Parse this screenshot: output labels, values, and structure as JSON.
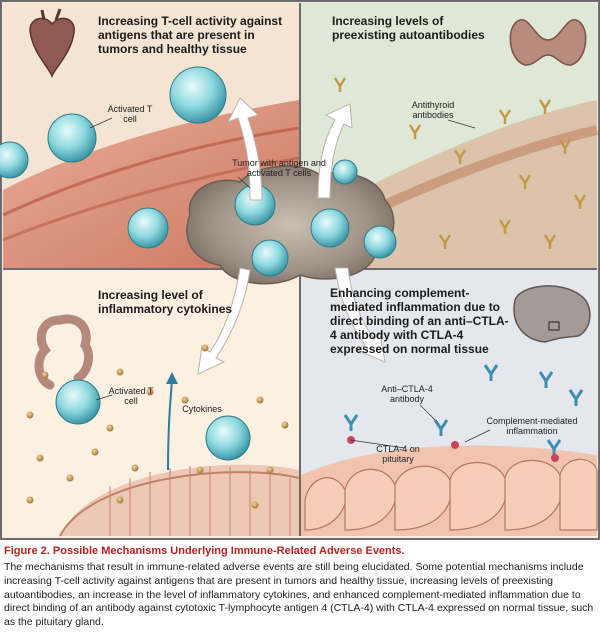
{
  "panels": {
    "top_left": {
      "title": "Increasing T-cell activity against antigens that are present in tumors and healthy tissue",
      "label_activated_tcell": "Activated T cell"
    },
    "top_right": {
      "title": "Increasing levels of preexisting autoantibodies",
      "label_antithyroid": "Antithyroid antibodies"
    },
    "center": {
      "label_tumor": "Tumor with antigen and activated T cells"
    },
    "bottom_left": {
      "title": "Increasing level of inflammatory cytokines",
      "label_activated_tcell": "Activated T cell",
      "label_cytokines": "Cytokines"
    },
    "bottom_right": {
      "title": "Enhancing complement-mediated inflammation due to direct binding of an anti–CTLA-4 antibody with CTLA-4 expressed on normal tissue",
      "label_anti_ctla4": "Anti–CTLA-4 antibody",
      "label_complement": "Complement-mediated inflammation",
      "label_ctla4_pituitary": "CTLA-4 on pituitary"
    }
  },
  "caption": {
    "figure_number": "Figure 2.",
    "title": "Possible Mechanisms Underlying Immune-Related Adverse Events.",
    "body": "The mechanisms that result in immune-related adverse events are still being elucidated. Some potential mechanisms include increasing T-cell activity against antigens that are present in tumors and healthy tissue, increasing levels of preexisting autoantibodies, an increase in the level of inflammatory cytokines, and enhanced complement-mediated inflammation due to direct binding of an antibody against cytotoxic T-lymphocyte antigen 4 (CTLA-4) with CTLA-4 expressed on normal tissue, such as the pituitary gland."
  }
}
